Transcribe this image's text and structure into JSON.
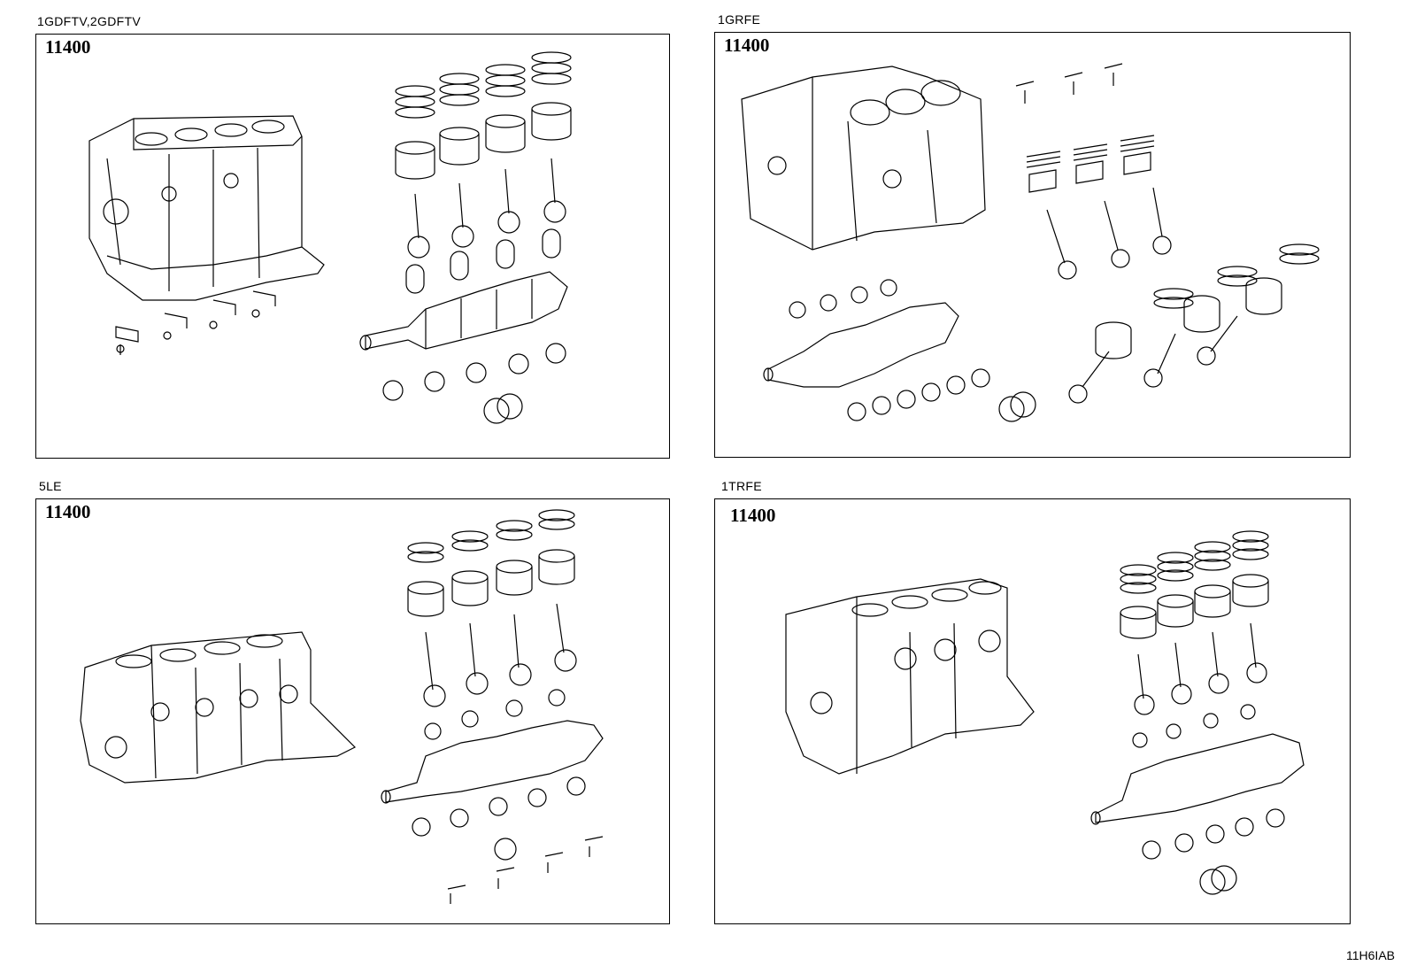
{
  "panels": [
    {
      "engine": "1GDFTV,2GDFTV",
      "part_number": "11400"
    },
    {
      "engine": "1GRFE",
      "part_number": "11400"
    },
    {
      "engine": "5LE",
      "part_number": "11400"
    },
    {
      "engine": "1TRFE",
      "part_number": "11400"
    }
  ],
  "drawing_code": "11H6IAB"
}
